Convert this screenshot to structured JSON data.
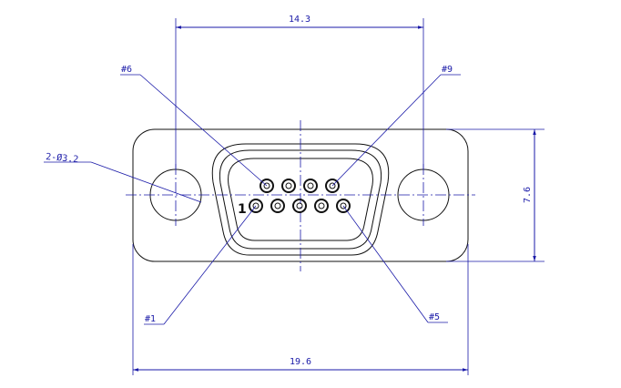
{
  "dimensions": {
    "top_width": "14.3",
    "bottom_width": "19.6",
    "right_height": "7.6",
    "hole_callout": "2-Ø3.2"
  },
  "pin_labels": {
    "pin6": "#6",
    "pin9": "#9",
    "pin1": "#1",
    "pin5": "#5"
  },
  "pin1_mark": "1",
  "pins": {
    "top_row_count": 4,
    "bottom_row_count": 5
  },
  "colors": {
    "dimension": "#1a1aa8",
    "outline": "#111111"
  }
}
